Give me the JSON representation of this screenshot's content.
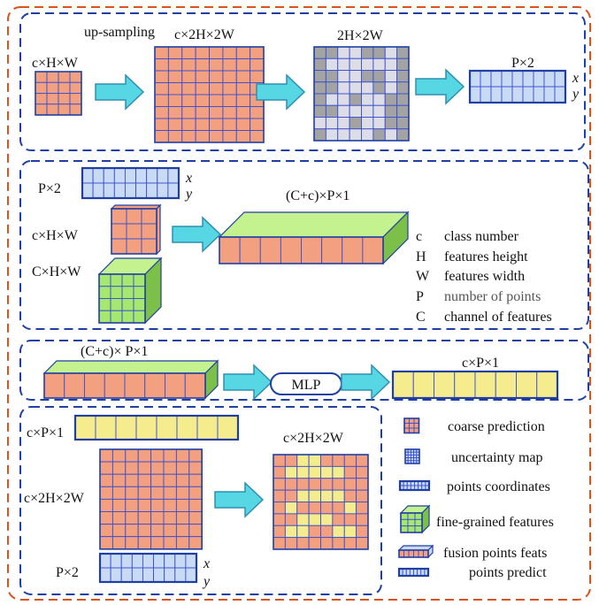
{
  "colors": {
    "outer_frame": "#d9531e",
    "panel_frame": "#1f3fa3",
    "grid_line": "#3a4fd0",
    "coarse_fill": "#f2a07f",
    "uncertainty_dark": "#a3a3a3",
    "uncertainty_light": "#dcdde6",
    "point_fill": "#c8daf4",
    "feature_front": "#a6e86f",
    "feature_top": "#c4f28f",
    "feature_side": "#7cc04a",
    "predict_fill": "#f5ec8e",
    "arrow_fill": "#57d6e3",
    "arrow_stroke": "#2e8fb0"
  },
  "panel1": {
    "input_label": "c×H×W",
    "upsampling_label": "up-sampling",
    "upsampled_label": "c×2H×2W",
    "uncertainty_label": "2H×2W",
    "points_label": "P×2",
    "x_label": "x",
    "y_label": "y"
  },
  "panel2": {
    "points_label": "P×2",
    "x_label": "x",
    "y_label": "y",
    "coarse_label": "c×H×W",
    "fine_label": "C×H×W",
    "fused_label": "(C+c)×P×1",
    "legend": [
      {
        "symbol": "c",
        "meaning": "class number"
      },
      {
        "symbol": "H",
        "meaning": "features height"
      },
      {
        "symbol": "W",
        "meaning": "features width"
      },
      {
        "symbol": "P",
        "meaning": "number of points"
      },
      {
        "symbol": "C",
        "meaning": "channel of features"
      }
    ]
  },
  "panel3": {
    "input_label": "(C+c)× P×1",
    "mlp_label": "MLP",
    "output_label": "c×P×1"
  },
  "panel4": {
    "predict_label": "c×P×1",
    "coarse_label": "c×2H×2W",
    "points_label": "P×2",
    "x_label": "x",
    "y_label": "y",
    "output_label": "c×2H×2W"
  },
  "legend": [
    {
      "icon": "coarse-prediction-icon",
      "label": "coarse prediction"
    },
    {
      "icon": "uncertainty-map-icon",
      "label": "uncertainty map"
    },
    {
      "icon": "points-coordinates-icon",
      "label": "points coordinates"
    },
    {
      "icon": "fine-grained-features-icon",
      "label": "fine-grained features"
    },
    {
      "icon": "fusion-points-feats-icon",
      "label": "fusion points feats"
    },
    {
      "icon": "points-predict-icon",
      "label": "points predict"
    }
  ]
}
